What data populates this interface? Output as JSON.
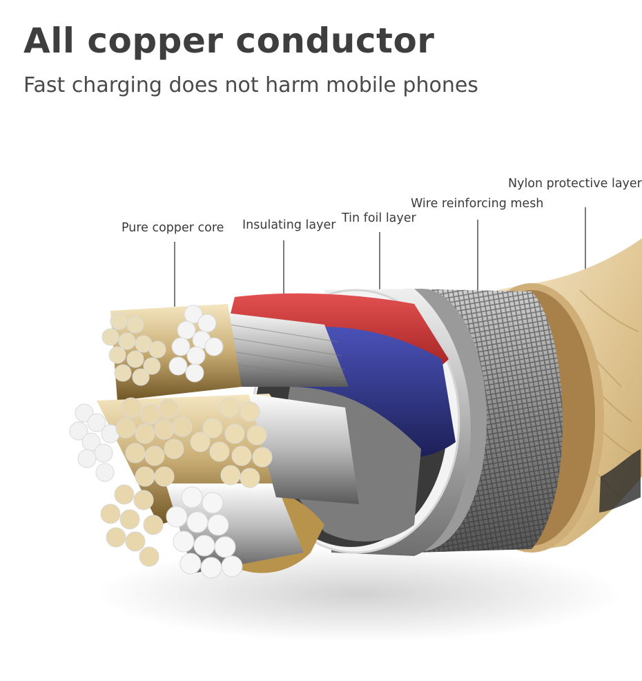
{
  "title": "All copper conductor",
  "subtitle": "Fast charging does not harm mobile phones",
  "labels": {
    "copper_core": "Pure copper core",
    "insulating": "Insulating layer",
    "tin_foil": "Tin foil layer",
    "mesh": "Wire reinforcing mesh",
    "nylon": "Nylon protective layer"
  },
  "colors": {
    "copper": "#e6d3a8",
    "red_insulation": "#c62a2a",
    "blue_insulation": "#2a2f7a",
    "foil": "#c9c9c9",
    "nylon": "#e9d6ad"
  }
}
